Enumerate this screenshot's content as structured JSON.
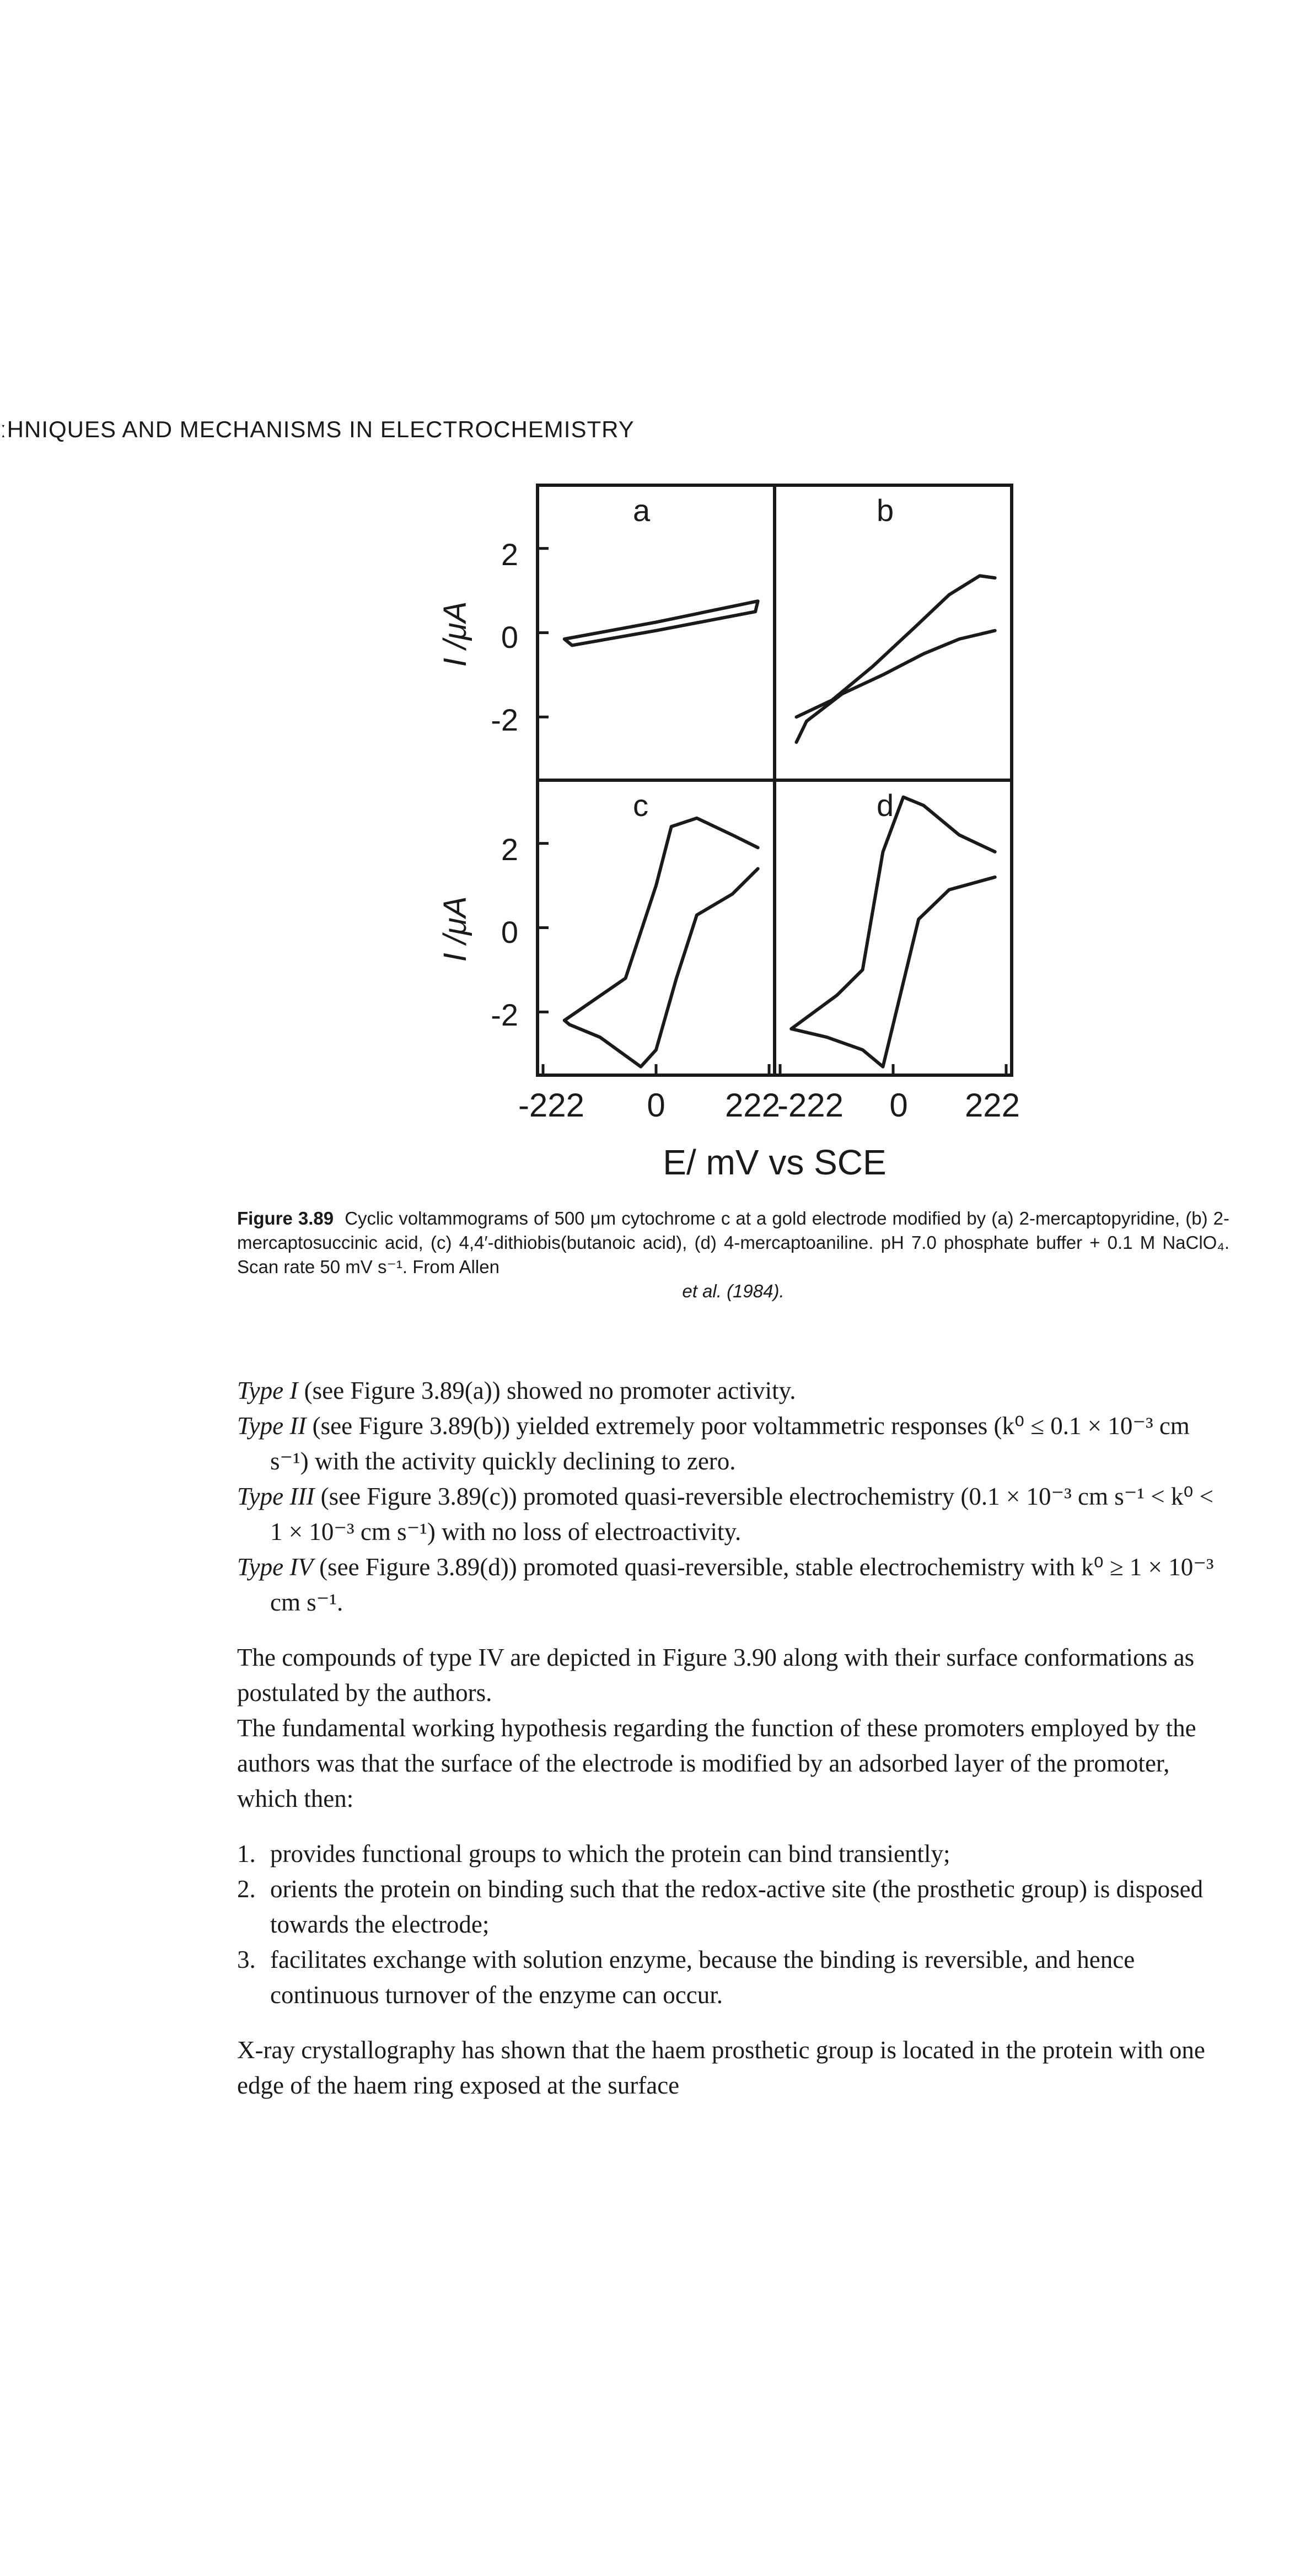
{
  "header": {
    "running_title": "ːHNIQUES AND MECHANISMS IN ELECTROCHEMISTRY"
  },
  "figure": {
    "panels": [
      {
        "label": "a"
      },
      {
        "label": "b"
      },
      {
        "label": "c"
      },
      {
        "label": "d"
      }
    ],
    "ylabel": "I /μA",
    "xlabel": "E/ mV vs SCE",
    "yticks": [
      "2",
      "0",
      "-2"
    ],
    "xticks_left": [
      "-222",
      "0",
      "222"
    ],
    "xticks_right": [
      "-222",
      "0",
      "222"
    ]
  },
  "chart_data": {
    "type": "line",
    "xlabel": "E/ mV vs SCE",
    "ylabel": "I /μA",
    "xlim": [
      -222,
      222
    ],
    "ylim": [
      -3.5,
      3.5
    ],
    "panels": [
      {
        "label": "a",
        "series": [
          {
            "x": [
              -180,
              0,
              200,
              195,
              0,
              -165,
              -180
            ],
            "y": [
              -0.15,
              0.25,
              0.75,
              0.5,
              0.05,
              -0.3,
              -0.15
            ]
          }
        ]
      },
      {
        "label": "b",
        "series": [
          {
            "x": [
              -190,
              -120,
              -40,
              40,
              110,
              170,
              200
            ],
            "y": [
              -2.0,
              -1.6,
              -0.8,
              0.1,
              0.9,
              1.35,
              1.3
            ]
          },
          {
            "x": [
              200,
              130,
              60,
              -20,
              -100,
              -170,
              -190
            ],
            "y": [
              0.05,
              -0.15,
              -0.5,
              -1.0,
              -1.45,
              -2.1,
              -2.6
            ]
          }
        ]
      },
      {
        "label": "c",
        "series": [
          {
            "x": [
              -180,
              -120,
              -60,
              0,
              30,
              80,
              150,
              200
            ],
            "y": [
              -2.2,
              -1.7,
              -1.2,
              1.0,
              2.4,
              2.6,
              2.2,
              1.9
            ]
          },
          {
            "x": [
              200,
              150,
              80,
              40,
              0,
              -30,
              -110,
              -170,
              -180
            ],
            "y": [
              1.4,
              0.8,
              0.3,
              -1.2,
              -2.9,
              -3.3,
              -2.6,
              -2.3,
              -2.2
            ]
          }
        ]
      },
      {
        "label": "d",
        "series": [
          {
            "x": [
              -200,
              -110,
              -60,
              -20,
              20,
              60,
              130,
              200
            ],
            "y": [
              -2.4,
              -1.6,
              -1.0,
              1.8,
              3.1,
              2.9,
              2.2,
              1.8
            ]
          },
          {
            "x": [
              200,
              110,
              50,
              0,
              -20,
              -60,
              -130,
              -200
            ],
            "y": [
              1.2,
              0.9,
              0.2,
              -2.3,
              -3.3,
              -2.9,
              -2.6,
              -2.4
            ]
          }
        ]
      }
    ]
  },
  "caption": {
    "figure_number": "Figure 3.89",
    "text_main": "Cyclic voltammograms of 500 μm cytochrome c at a gold electrode modified by (a) 2-mercaptopyridine, (b) 2-mercaptosuccinic acid, (c) 4,4′-dithiobis(butanoic acid), (d) 4-mercaptoaniline. pH 7.0 phosphate buffer + 0.1 M NaClO₄. Scan rate 50 mV s⁻¹. From Allen",
    "text_last": "et al. (1984)."
  },
  "body": {
    "type1_label": "Type I",
    "type1_text": " (see Figure 3.89(a)) showed no promoter activity.",
    "type2_label": "Type II",
    "type2_text": " (see Figure 3.89(b)) yielded extremely poor voltammetric responses (k⁰ ≤ 0.1 × 10⁻³ cm s⁻¹) with the activity quickly declining to zero.",
    "type3_label": "Type III",
    "type3_text": " (see Figure 3.89(c)) promoted quasi-reversible electrochemistry (0.1 × 10⁻³ cm s⁻¹ < k⁰ < 1 × 10⁻³ cm s⁻¹) with no loss of electroactivity.",
    "type4_label": "Type IV",
    "type4_text": " (see Figure 3.89(d)) promoted quasi-reversible, stable electrochemistry with k⁰ ≥ 1 × 10⁻³ cm s⁻¹.",
    "para1": "The compounds of type IV are depicted in Figure 3.90 along with their surface conformations as postulated by the authors.",
    "para2": "The fundamental working hypothesis regarding the function of these promoters employed by the authors was that the surface of the electrode is modified by an adsorbed layer of the promoter, which then:",
    "list": [
      {
        "num": "1.",
        "text": "provides functional groups to which the protein can bind transiently;"
      },
      {
        "num": "2.",
        "text": "orients the protein on binding such that the redox-active site (the prosthetic group) is disposed towards the electrode;"
      },
      {
        "num": "3.",
        "text": "facilitates exchange with solution enzyme, because the binding is reversible, and hence continuous turnover of the enzyme can occur."
      }
    ],
    "para3": "X-ray crystallography has shown that the haem prosthetic group is located in the protein with one edge of the haem ring exposed at the surface"
  }
}
